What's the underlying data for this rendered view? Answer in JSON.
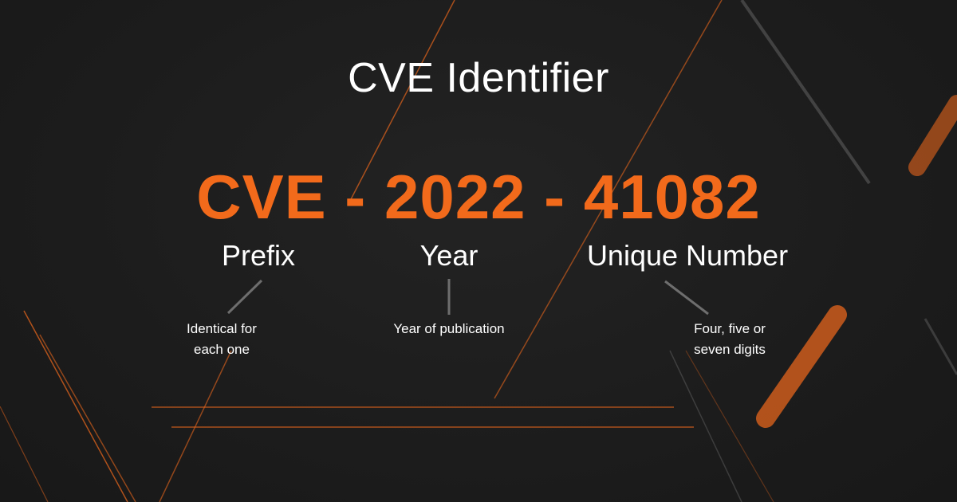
{
  "title": "CVE Identifier",
  "identifier": {
    "prefix": "CVE",
    "separator": " - ",
    "year": "2022",
    "number": "41082"
  },
  "parts": [
    {
      "label": "Prefix",
      "description": "Identical for\neach one"
    },
    {
      "label": "Year",
      "description": "Year of publication"
    },
    {
      "label": "Unique Number",
      "description": "Four, five or\nseven digits"
    }
  ],
  "colors": {
    "background": "#1e1e1e",
    "accent": "#f26a1b",
    "text": "#ffffff",
    "connector": "#6e6e6e"
  }
}
